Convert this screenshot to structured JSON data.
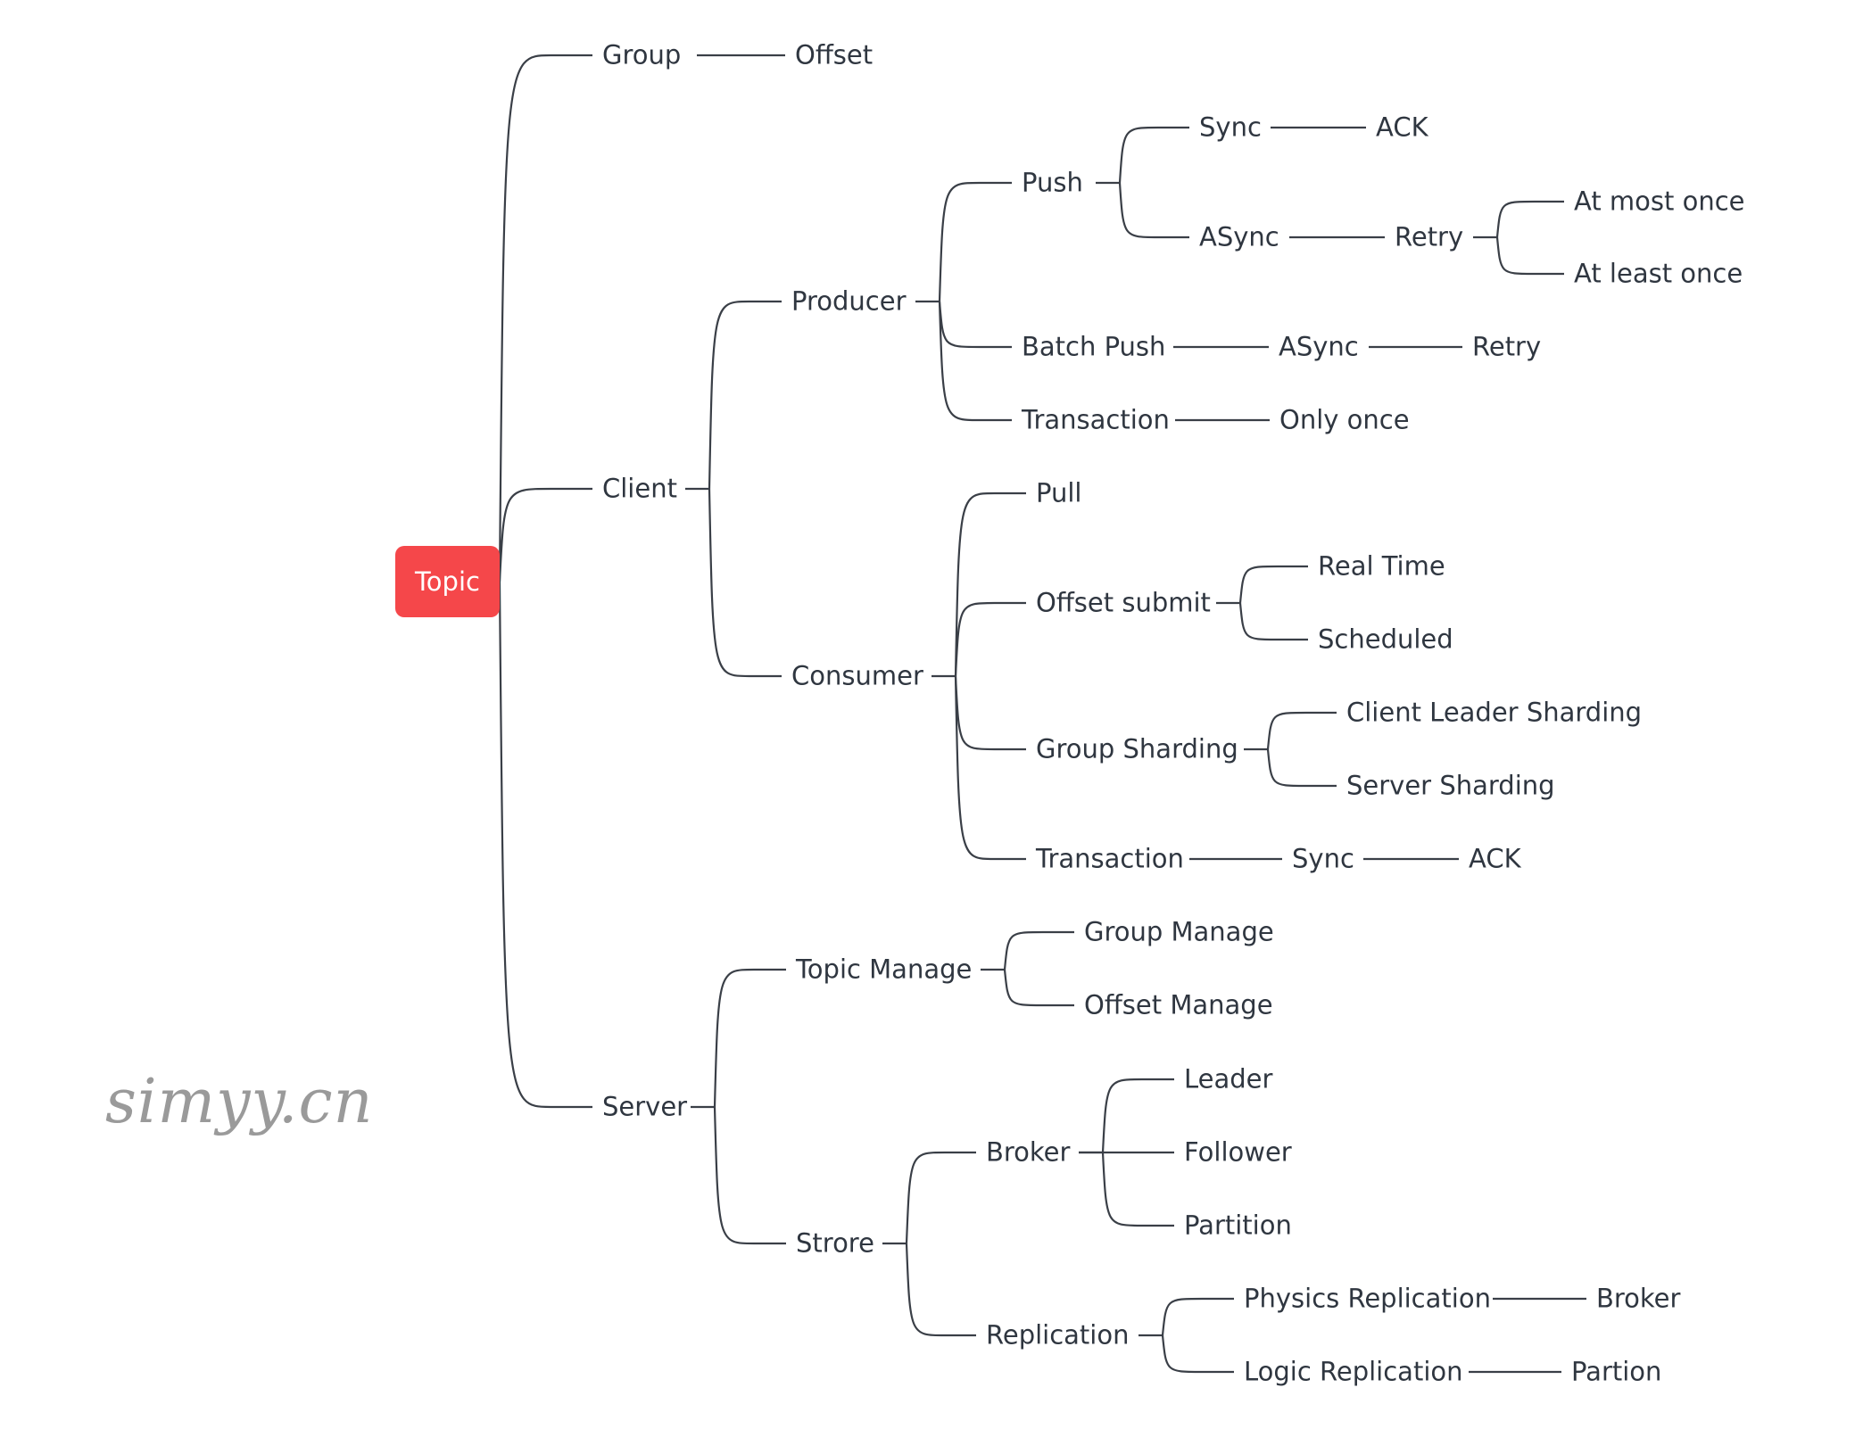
{
  "root": {
    "label": "Topic",
    "color": "#f5474a"
  },
  "watermark": "simyy.cn",
  "nodes": {
    "group": "Group",
    "group_offset": "Offset",
    "client": "Client",
    "producer": "Producer",
    "push": "Push",
    "push_sync": "Sync",
    "push_sync_ack": "ACK",
    "push_async": "ASync",
    "push_async_retry": "Retry",
    "at_most_once": "At most once",
    "at_least_once": "At least once",
    "batch_push": "Batch Push",
    "batch_async": "ASync",
    "batch_retry": "Retry",
    "producer_transaction": "Transaction",
    "only_once": "Only once",
    "consumer": "Consumer",
    "pull": "Pull",
    "offset_submit": "Offset submit",
    "real_time": "Real Time",
    "scheduled": "Scheduled",
    "group_sharding": "Group Sharding",
    "client_leader_sharding": "Client Leader Sharding",
    "server_sharding": "Server Sharding",
    "consumer_transaction": "Transaction",
    "consumer_sync": "Sync",
    "consumer_ack": "ACK",
    "server": "Server",
    "topic_manage": "Topic Manage",
    "group_manage": "Group Manage",
    "offset_manage": "Offset Manage",
    "strore": "Strore",
    "broker": "Broker",
    "leader": "Leader",
    "follower": "Follower",
    "partition": "Partition",
    "replication": "Replication",
    "physics_replication": "Physics Replication",
    "physics_broker": "Broker",
    "logic_replication": "Logic Replication",
    "partion": "Partion"
  }
}
